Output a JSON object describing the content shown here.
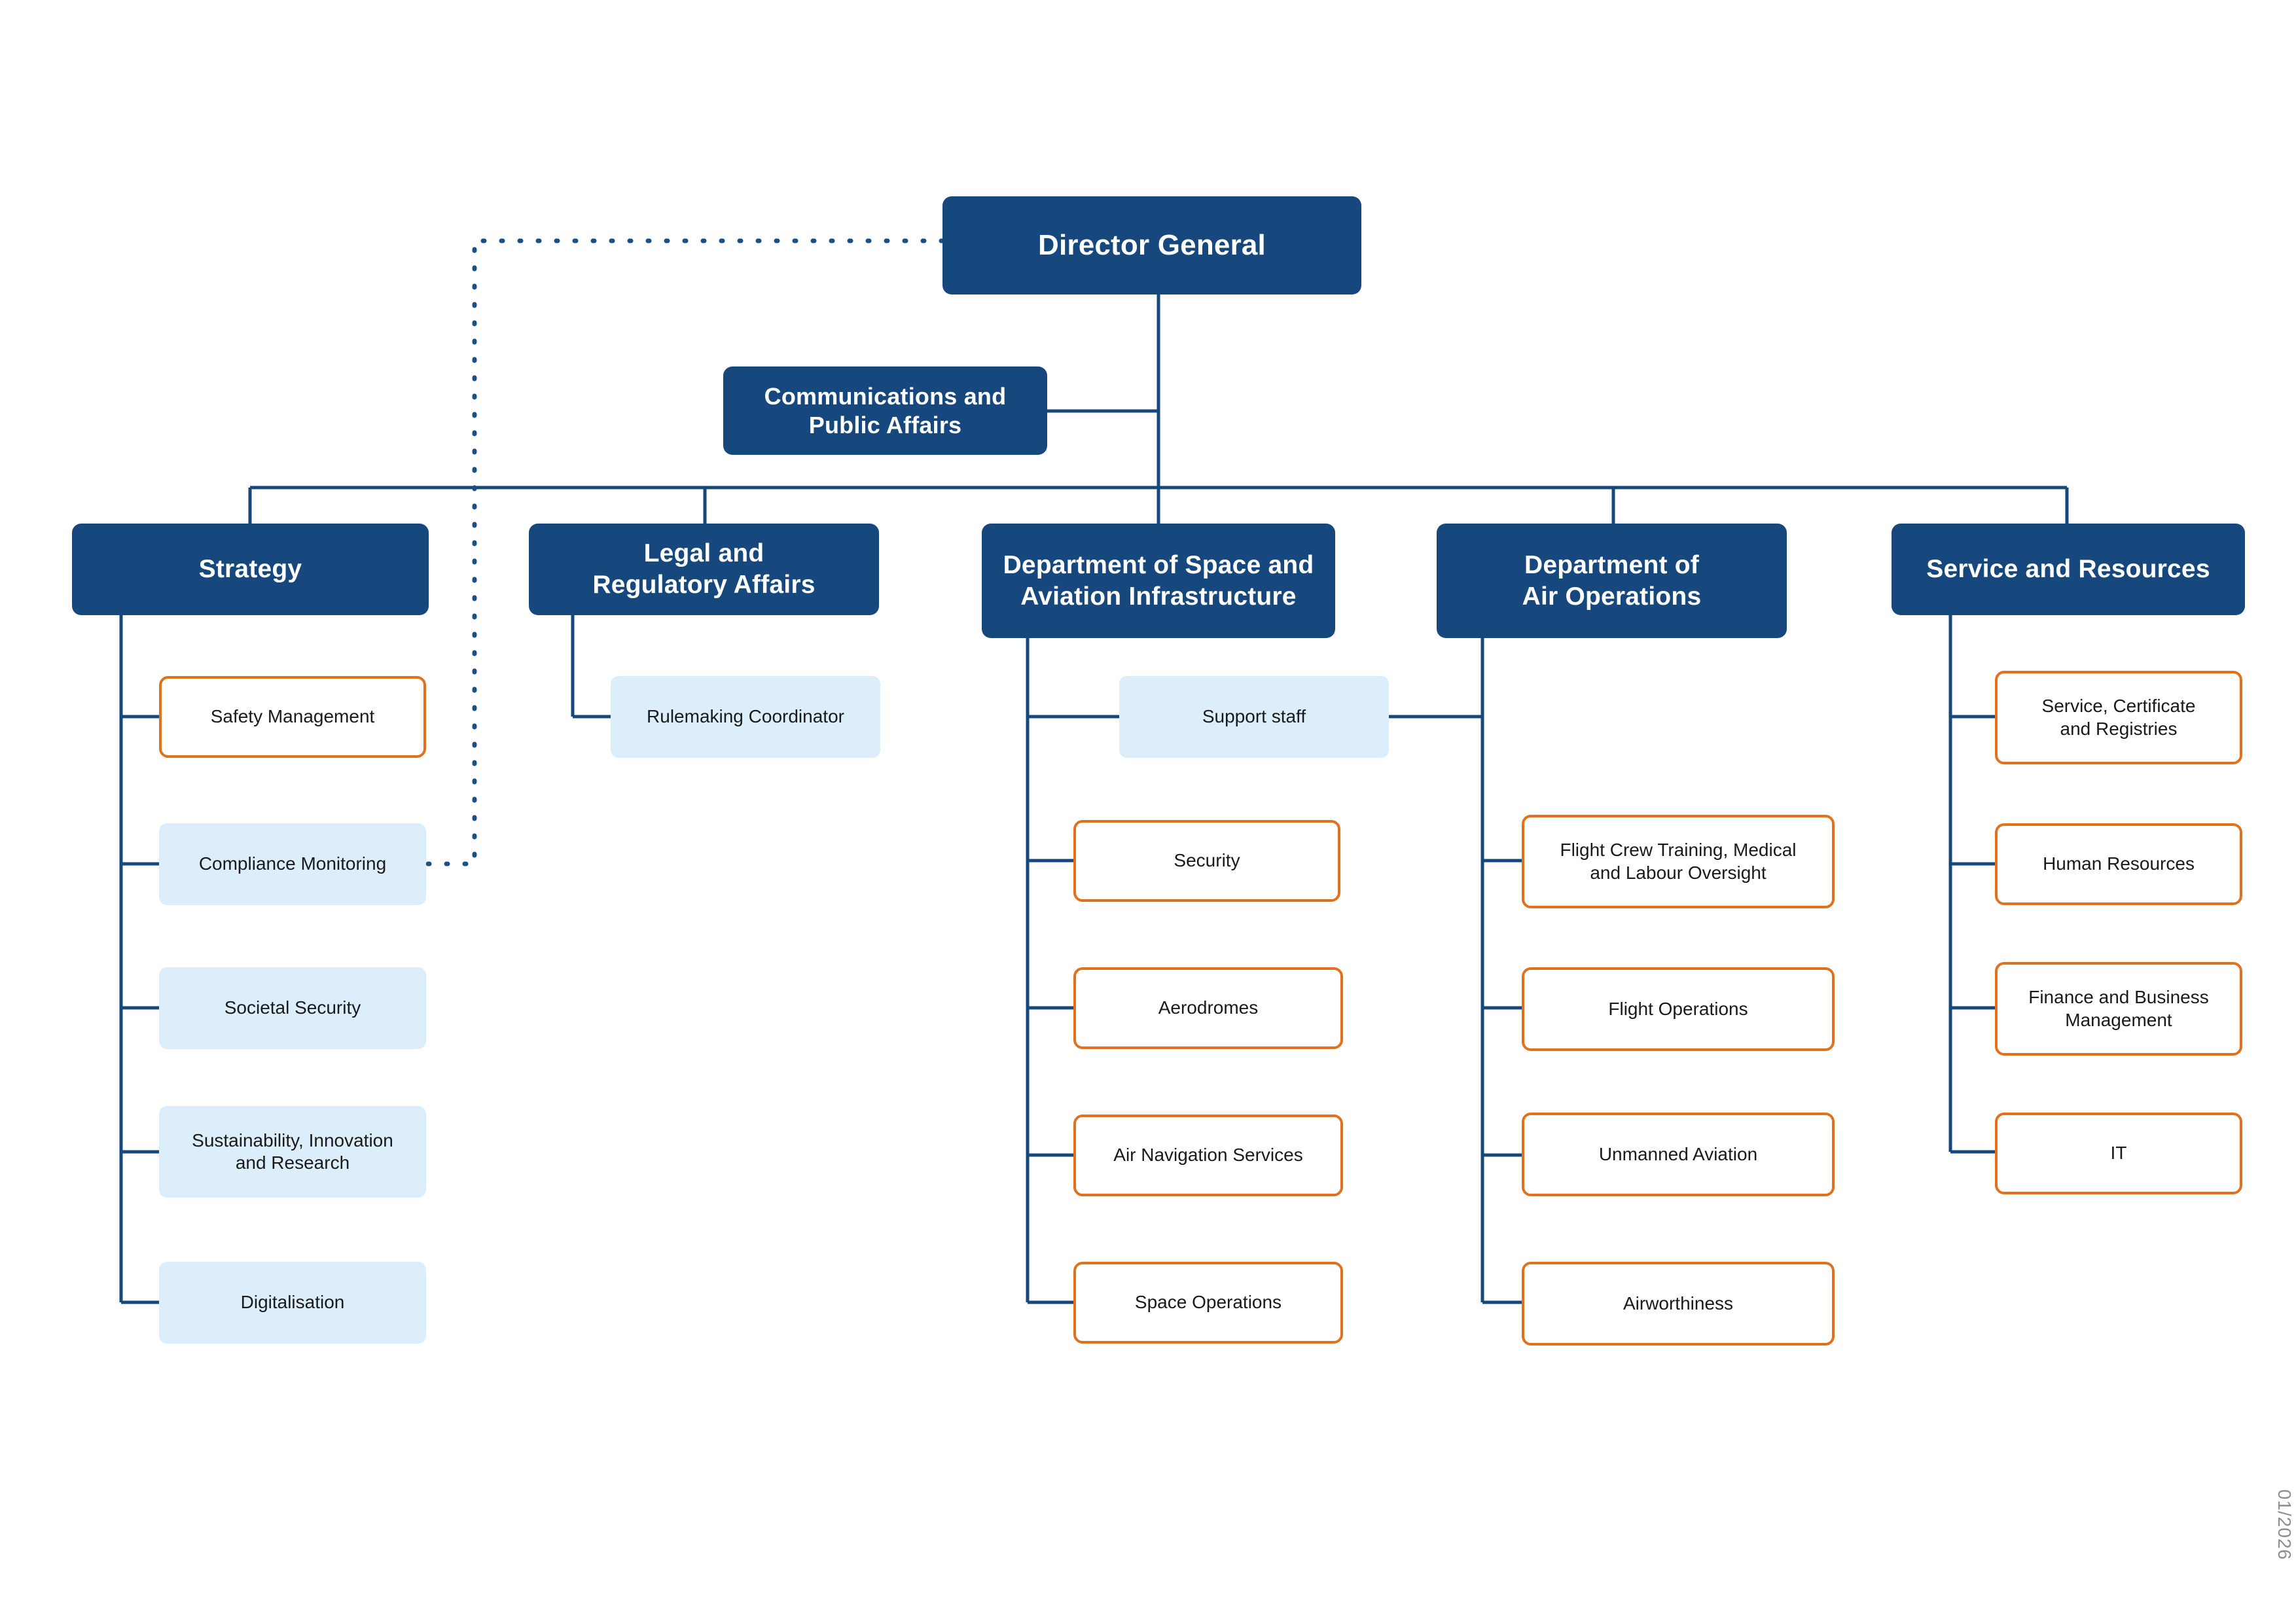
{
  "chart": {
    "kind": "org-chart",
    "datestamp": "01/2026",
    "colors": {
      "primary_navy": "#16477d",
      "light_blue": "#ddeefb",
      "accent_orange": "#e2711d",
      "connector": "#16477d",
      "text_dark": "#1a1a1a",
      "text_light": "#ffffff",
      "datestamp_grey": "#8e8e8e",
      "background": "#ffffff"
    },
    "root": {
      "label": "Director General"
    },
    "staff_unit": {
      "label": "Communications and\nPublic Affairs"
    },
    "shared_unit": {
      "label": "Support staff"
    },
    "dotted_link": {
      "from": "Director General",
      "to": "Compliance Monitoring"
    },
    "columns": [
      {
        "id": "strategy",
        "head": "Strategy",
        "children": [
          {
            "label": "Safety Management",
            "style": "outline"
          },
          {
            "label": "Compliance Monitoring",
            "style": "light"
          },
          {
            "label": "Societal Security",
            "style": "light"
          },
          {
            "label": "Sustainability, Innovation\nand Research",
            "style": "light"
          },
          {
            "label": "Digitalisation",
            "style": "light"
          }
        ]
      },
      {
        "id": "legal",
        "head": "Legal and\nRegulatory Affairs",
        "children": [
          {
            "label": "Rulemaking Coordinator",
            "style": "light"
          }
        ]
      },
      {
        "id": "space-aviation",
        "head": "Department of Space and\nAviation Infrastructure",
        "children": [
          {
            "label": "Security",
            "style": "outline"
          },
          {
            "label": "Aerodromes",
            "style": "outline"
          },
          {
            "label": "Air Navigation Services",
            "style": "outline"
          },
          {
            "label": "Space Operations",
            "style": "outline"
          }
        ]
      },
      {
        "id": "air-operations",
        "head": "Department of\nAir Operations",
        "children": [
          {
            "label": "Flight Crew Training, Medical\nand Labour Oversight",
            "style": "outline"
          },
          {
            "label": "Flight Operations",
            "style": "outline"
          },
          {
            "label": "Unmanned Aviation",
            "style": "outline"
          },
          {
            "label": "Airworthiness",
            "style": "outline"
          }
        ]
      },
      {
        "id": "service-resources",
        "head": "Service and Resources",
        "children": [
          {
            "label": "Service, Certificate\nand Registries",
            "style": "outline"
          },
          {
            "label": "Human Resources",
            "style": "outline"
          },
          {
            "label": "Finance and Business\nManagement",
            "style": "outline"
          },
          {
            "label": "IT",
            "style": "outline"
          }
        ]
      }
    ]
  }
}
